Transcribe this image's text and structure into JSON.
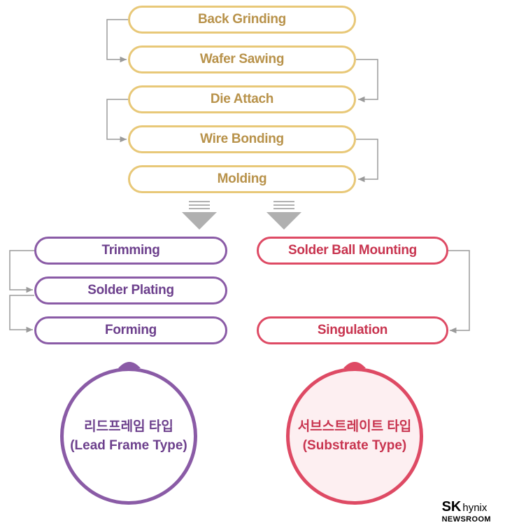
{
  "common_steps": [
    {
      "label": "Back Grinding"
    },
    {
      "label": "Wafer Sawing"
    },
    {
      "label": "Die Attach"
    },
    {
      "label": "Wire Bonding"
    },
    {
      "label": "Molding"
    }
  ],
  "lead_frame_branch": {
    "steps": [
      {
        "label": "Trimming"
      },
      {
        "label": "Solder Plating"
      },
      {
        "label": "Forming"
      }
    ],
    "type_label_ko": "리드프레임 타입",
    "type_label_en": "(Lead Frame Type)"
  },
  "substrate_branch": {
    "steps": [
      {
        "label": "Solder Ball Mounting"
      },
      {
        "label": "Singulation"
      }
    ],
    "type_label_ko": "서브스트레이트 타입",
    "type_label_en": "(Substrate Type)"
  },
  "logo": {
    "sk": "SK",
    "hynix": "hynix",
    "newsroom": "NEWSROOM"
  },
  "colors": {
    "gold_border": "#e8c878",
    "gold_text": "#b8924a",
    "purple": "#8a5ba6",
    "purple_text": "#6c3f8c",
    "red": "#de4a64",
    "red_text": "#c8344f",
    "red_fill": "#fdeff1",
    "connector": "#9a9a9a",
    "arrow": "#b0b0b0"
  }
}
